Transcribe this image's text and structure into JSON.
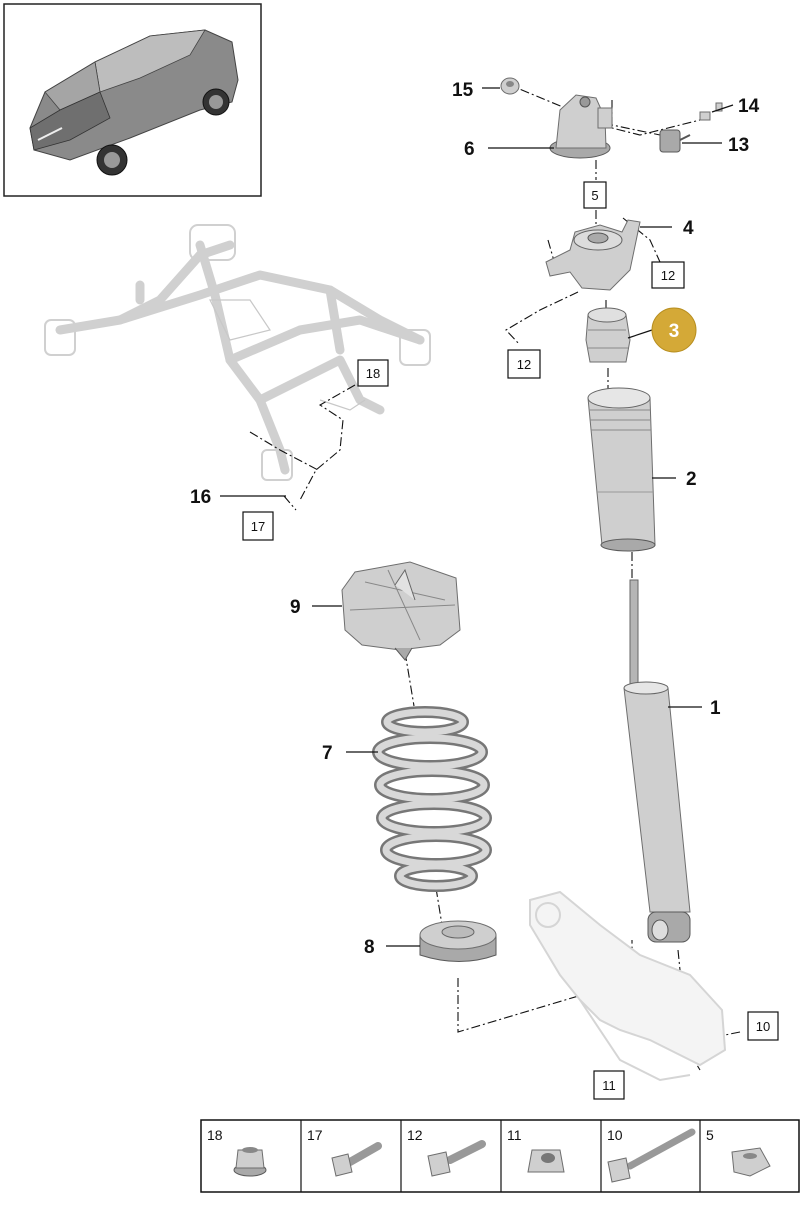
{
  "diagram": {
    "callouts": {
      "c1": "1",
      "c2": "2",
      "c3": "3",
      "c4": "4",
      "c6": "6",
      "c7": "7",
      "c8": "8",
      "c9": "9",
      "c13": "13",
      "c14": "14",
      "c15": "15",
      "c16": "16"
    },
    "boxed_labels": {
      "b5": "5",
      "b10": "10",
      "b11": "11",
      "b12a": "12",
      "b12b": "12",
      "b17": "17",
      "b18": "18"
    },
    "highlight_color": "#d4a937"
  },
  "parts_table": {
    "cells": [
      {
        "number": "18",
        "icon": "flange-nut-icon"
      },
      {
        "number": "17",
        "icon": "short-bolt-icon"
      },
      {
        "number": "12",
        "icon": "flange-bolt-icon"
      },
      {
        "number": "11",
        "icon": "lock-nut-icon"
      },
      {
        "number": "10",
        "icon": "long-bolt-icon"
      },
      {
        "number": "5",
        "icon": "hex-nut-icon"
      }
    ]
  }
}
